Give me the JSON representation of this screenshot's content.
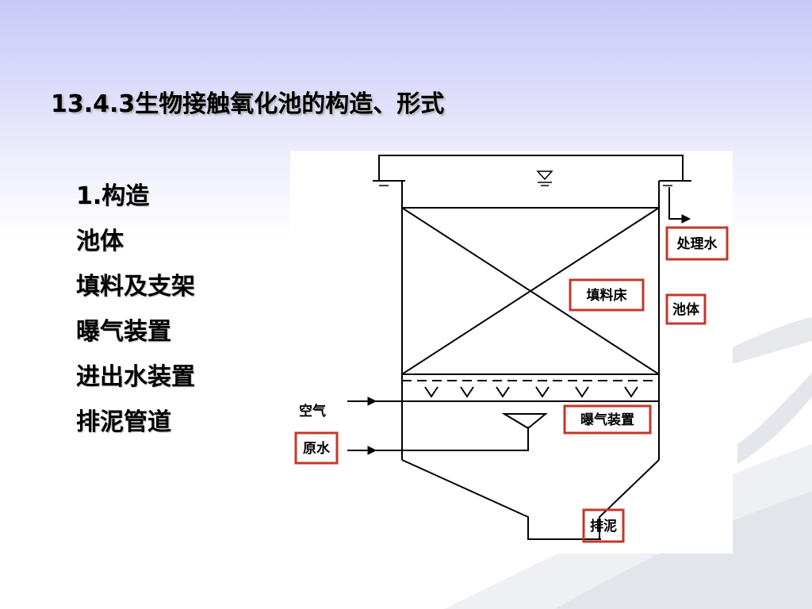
{
  "slide": {
    "title": "13.4.3生物接触氧化池的构造、形式",
    "list": [
      "1.构造",
      "池体",
      "填料及支架",
      "曝气装置",
      "进出水装置",
      "排泥管道"
    ]
  },
  "diagram": {
    "labels": {
      "treated_water": "处理水",
      "tank_body": "池体",
      "packing_bed": "填料床",
      "air": "空气",
      "aeration_device": "曝气装置",
      "raw_water": "原水",
      "sludge_discharge": "排泥"
    },
    "label_box_color": "#c0392b"
  }
}
